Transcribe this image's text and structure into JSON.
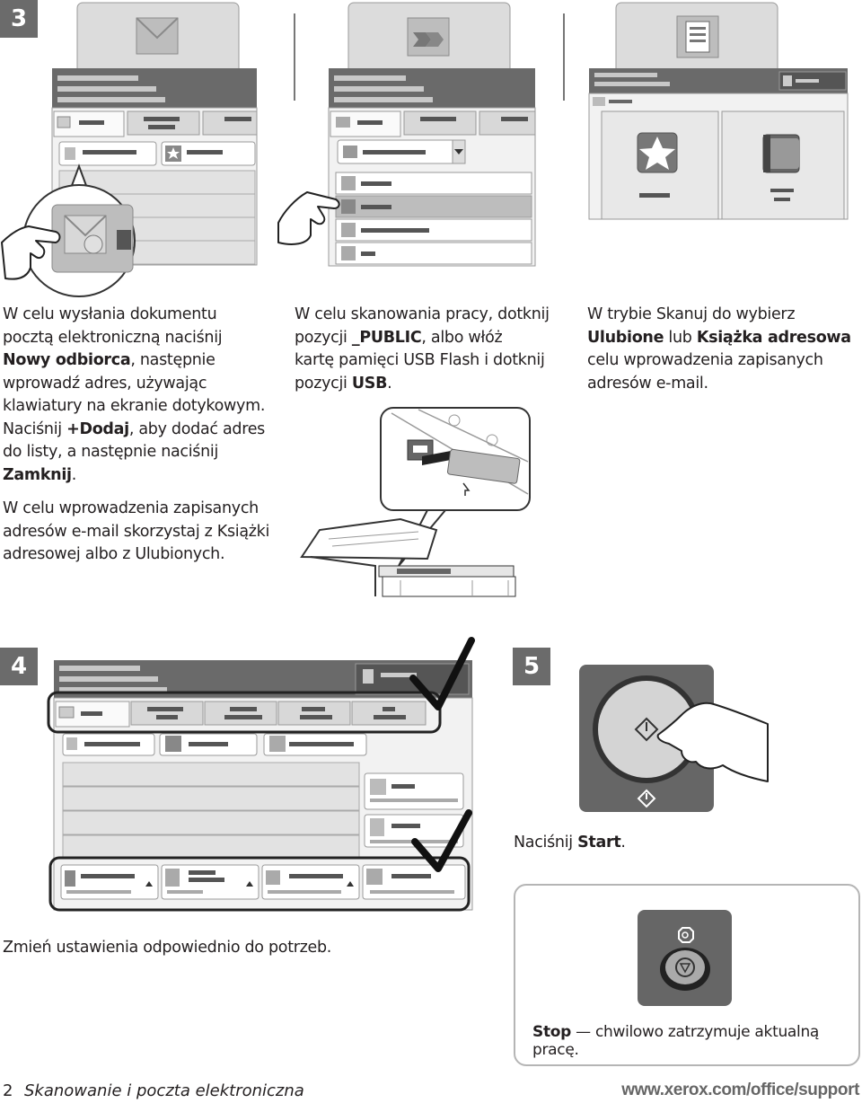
{
  "steps": {
    "s3": "3",
    "s4": "4",
    "s5": "5"
  },
  "col1": {
    "p1_l1": "W celu wysłania dokumentu",
    "p1_l2": "pocztą elektroniczną naciśnij",
    "p1_l3b": "Nowy odbiorca",
    "p1_l3": ", następnie",
    "p1_l4": "wprowadź adres, używając",
    "p1_l5": "klawiatury na ekranie dotykowym.",
    "p1_l6a": "Naciśnij ",
    "p1_l6b": "+Dodaj",
    "p1_l6c": ", aby dodać adres",
    "p1_l7": "do listy, a następnie naciśnij",
    "p1_l8b": "Zamknij",
    "p1_l8": ".",
    "p2_l1": "W celu wprowadzenia zapisanych",
    "p2_l2": "adresów e-mail skorzystaj z Książki",
    "p2_l3": "adresowej albo z Ulubionych."
  },
  "col2": {
    "l1": "W celu skanowania pracy, dotknij",
    "l2a": "pozycji ",
    "l2b": "_PUBLIC",
    "l2c": ", albo włóż",
    "l3": "kartę pamięci USB Flash i dotknij",
    "l4a": "pozycji ",
    "l4b": "USB",
    "l4c": "."
  },
  "col3": {
    "l1": "W trybie Skanuj do wybierz",
    "l2b1": "Ulubione",
    "l2m": " lub ",
    "l2b2": "Książka adresowa",
    "l3": "celu wprowadzenia zapisanych",
    "l4": "adresów e-mail."
  },
  "step4": {
    "caption": "Zmień ustawienia odpowiednio do potrzeb."
  },
  "step5": {
    "caption_a": "Naciśnij ",
    "caption_b": "Start",
    "caption_c": "."
  },
  "stop": {
    "bold": "Stop",
    "text": " — chwilowo zatrzymuje aktualną pracę."
  },
  "footer": {
    "page_num": "2",
    "title": "Skanowanie i poczta elektroniczna",
    "url": "www.xerox.com/office/support"
  },
  "icons": [
    "envelope-icon",
    "scan-icon",
    "scanner-page-icon",
    "star-icon",
    "address-book-icon",
    "usb-icon",
    "start-icon",
    "stop-icon",
    "hand-icon",
    "checkmark-icon"
  ]
}
